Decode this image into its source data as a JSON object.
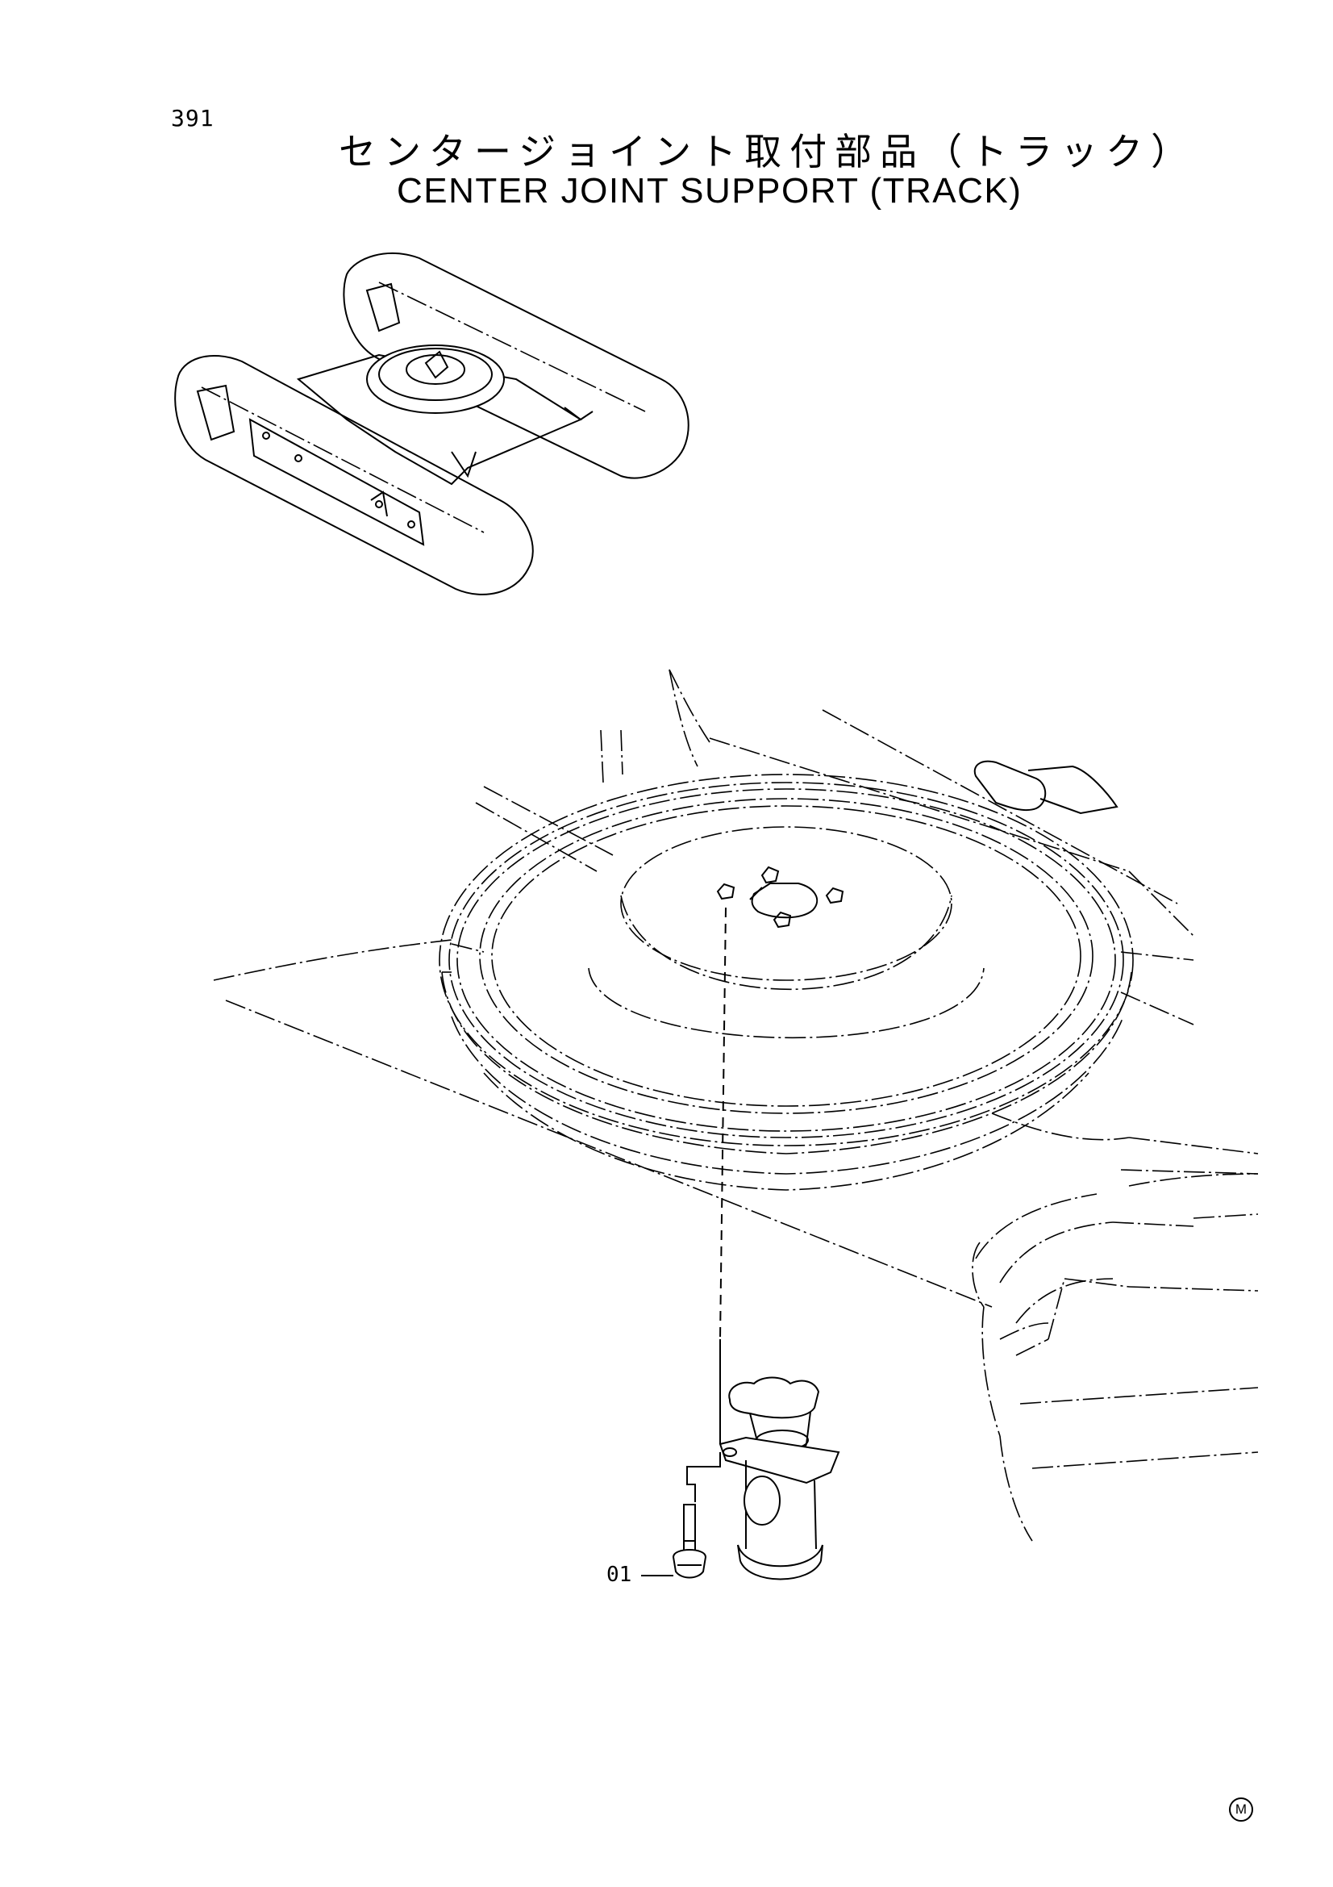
{
  "page": {
    "number": "391",
    "title_jp": "センタージョイント取付部品（トラック）",
    "title_en": "CENTER JOINT SUPPORT (TRACK)"
  },
  "callouts": [
    {
      "label": "01",
      "part": "bolt"
    }
  ],
  "mark": "M",
  "colors": {
    "ink": "#000000",
    "paper": "#ffffff"
  }
}
